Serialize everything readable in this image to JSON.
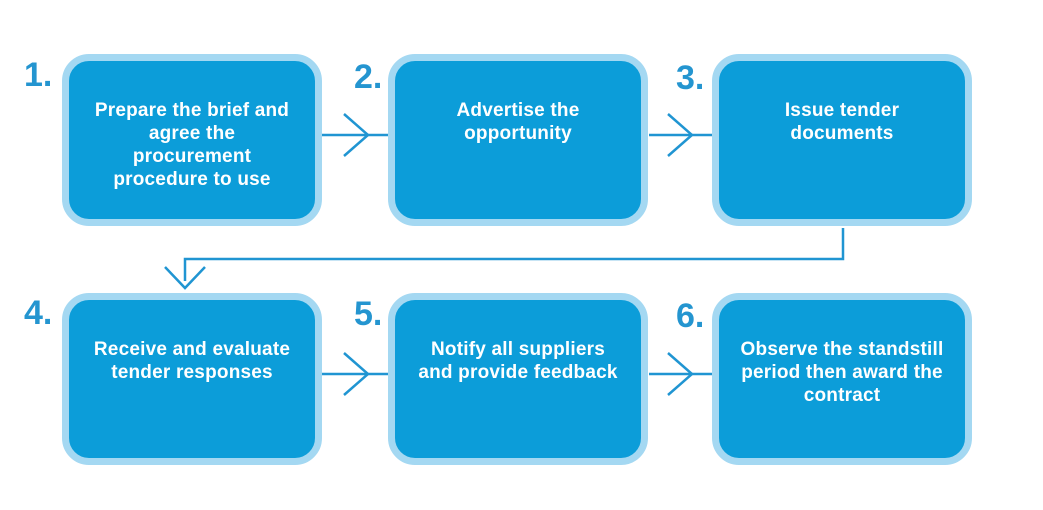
{
  "diagram": {
    "type": "flowchart",
    "flow": "1 > 2 > 3 (elbow down-left) > 4 > 5 > 6",
    "steps": [
      {
        "number": "1.",
        "label": "Prepare the brief and agree the procurement procedure to use"
      },
      {
        "number": "2.",
        "label": "Advertise the opportunity"
      },
      {
        "number": "3.",
        "label": "Issue tender documents"
      },
      {
        "number": "4.",
        "label": "Receive and evaluate tender responses"
      },
      {
        "number": "5.",
        "label": "Notify all suppliers and provide feedback"
      },
      {
        "number": "6.",
        "label": "Observe the standstill period then award the contract"
      }
    ],
    "colors": {
      "box_fill": "#0C9DD9",
      "box_border": "#A4D8F2",
      "arrow": "#2095D2",
      "number": "#2495D0",
      "text": "#FFFFFF",
      "background": "#FFFFFF"
    }
  }
}
